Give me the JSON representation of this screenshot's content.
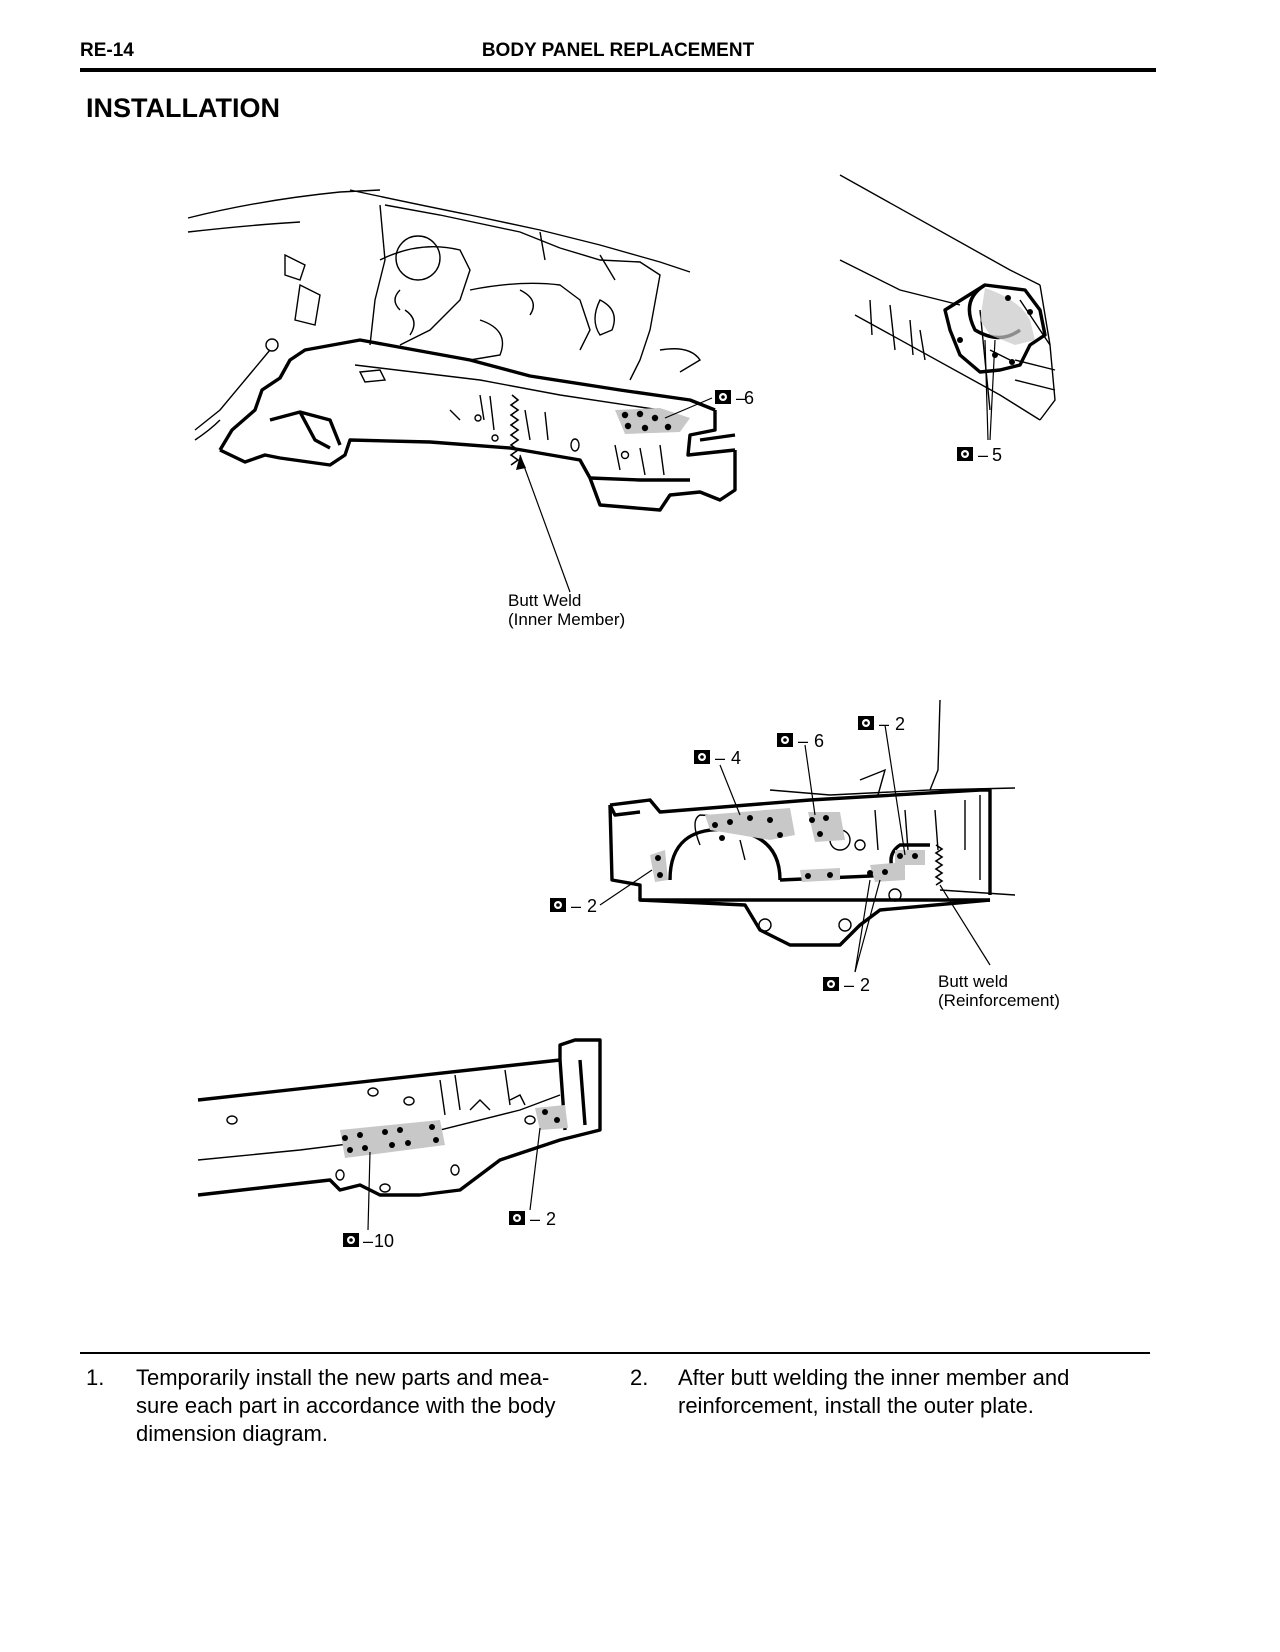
{
  "header": {
    "page_number": "RE-14",
    "running_title": "BODY PANEL REPLACEMENT"
  },
  "section_title": "INSTALLATION",
  "figures": {
    "fig1": {
      "callouts": [
        {
          "count": "6"
        }
      ],
      "annotation": {
        "line1": "Butt Weld",
        "line2": "(Inner Member)"
      }
    },
    "fig2": {
      "callouts": [
        {
          "count": "5"
        }
      ]
    },
    "fig3": {
      "callouts": [
        {
          "count": "4"
        },
        {
          "count": "6"
        },
        {
          "count": "2"
        },
        {
          "count": "2"
        },
        {
          "count": "2"
        }
      ],
      "annotation": {
        "line1": "Butt weld",
        "line2": "(Reinforcement)"
      }
    },
    "fig4": {
      "callouts": [
        {
          "count": "10"
        },
        {
          "count": "2"
        }
      ]
    },
    "weld_symbol_icon": "spot-weld-symbol-icon"
  },
  "steps": [
    {
      "number": "1.",
      "lines": [
        "Temporarily install the new parts and mea-",
        "sure each part in accordance with the body",
        "dimension diagram."
      ]
    },
    {
      "number": "2.",
      "lines": [
        "After butt welding the inner member and",
        "reinforcement, install the outer plate."
      ]
    }
  ]
}
